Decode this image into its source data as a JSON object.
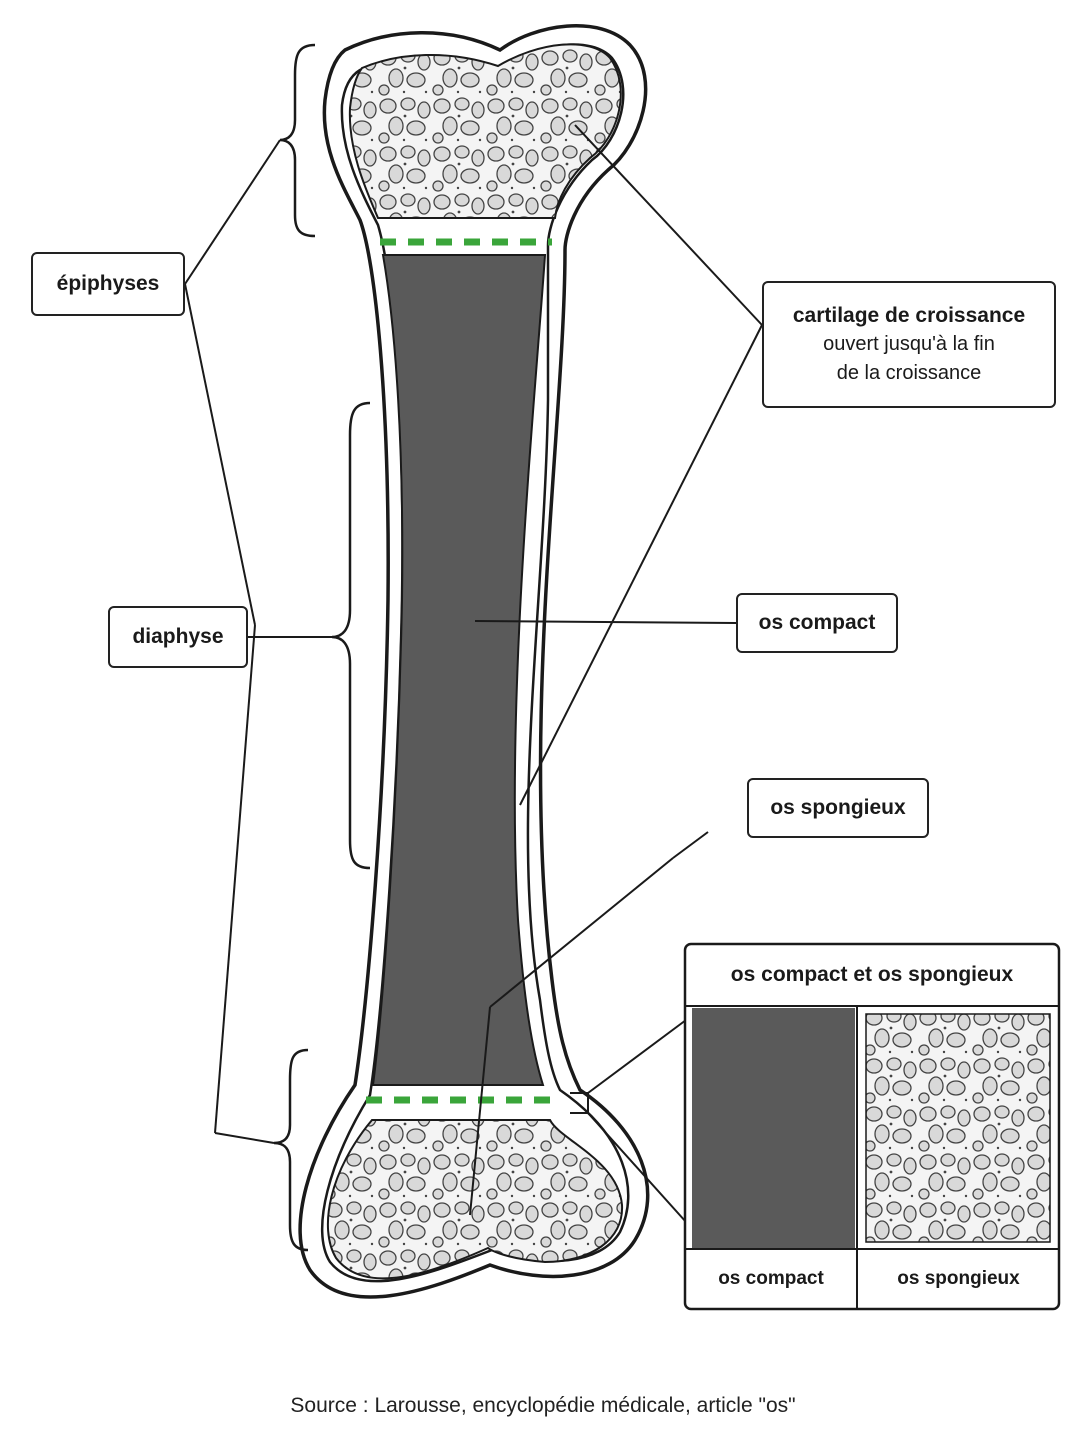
{
  "labels": {
    "epiphyses": "épiphyses",
    "diaphyse": "diaphyse",
    "cartilage_title": "cartilage de croissance",
    "cartilage_line1": "ouvert jusqu'à la fin",
    "cartilage_line2": "de la croissance",
    "os_compact": "os compact",
    "os_spongieux": "os spongieux"
  },
  "inset": {
    "title": "os compact et os spongieux",
    "left_label": "os compact",
    "right_label": "os spongieux"
  },
  "source": "Source : Larousse, encyclopédie médicale, article \"os\"",
  "colors": {
    "outline": "#1a1a1a",
    "compact_bone": "#5a5a5a",
    "spongy_fill": "#f2f2f2",
    "growth_plate": "#3aa53a"
  }
}
